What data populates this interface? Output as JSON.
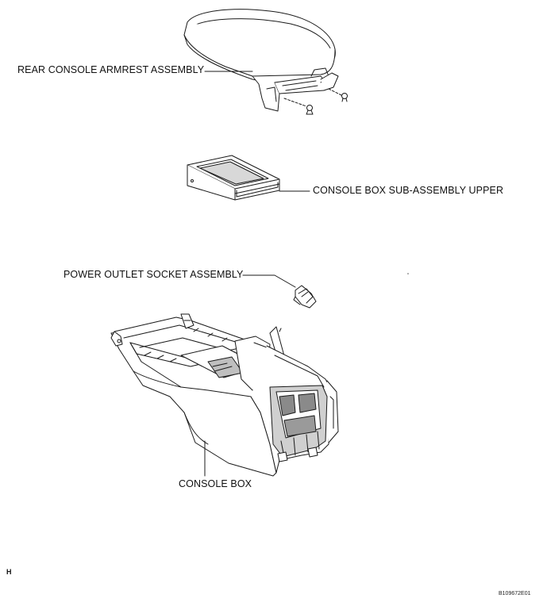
{
  "callouts": {
    "armrest": "REAR CONSOLE ARMREST ASSEMBLY",
    "box_upper": "CONSOLE BOX SUB-ASSEMBLY UPPER",
    "power_outlet": "POWER OUTLET SOCKET ASSEMBLY",
    "console_box": "CONSOLE BOX"
  },
  "footer": {
    "corner_mark": "H",
    "figure_code": "B109672E01"
  },
  "colors": {
    "line": "#1a1a1a",
    "shade": "#c8c8c8",
    "dark_shade": "#7a7a7a",
    "background": "#ffffff"
  }
}
